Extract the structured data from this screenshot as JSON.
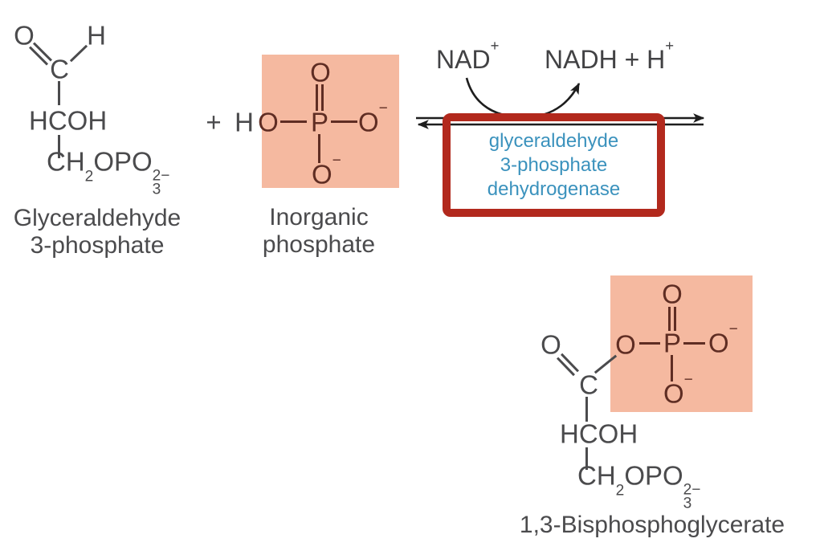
{
  "colors": {
    "background": "#ffffff",
    "structure_text_gray": "#4b4b4d",
    "phosphate_maroon": "#5f2d23",
    "salmon_highlight": "#f5b9a0",
    "enzyme_blue": "#3b92bd",
    "annotation_red_box": "#b2291d",
    "arrow_black": "#1e1e1e"
  },
  "g3p": {
    "o_carbonyl": "O",
    "h_aldehyde": "H",
    "c1": "C",
    "hcoh": "HCOH",
    "tail": {
      "pre": "CH",
      "sub1": "2",
      "mid": "OPO",
      "sup2": "2−",
      "sub2": "3"
    },
    "label_line1": "Glyceraldehyde",
    "label_line2": "3-phosphate"
  },
  "plus_sign": "+",
  "pi": {
    "h": "H",
    "o_left": "O",
    "p": "P",
    "o_top": "O",
    "o_right": {
      "base": "O",
      "sup": "−"
    },
    "o_bottom": {
      "base": "O",
      "sup": "−"
    },
    "label_line1": "Inorganic",
    "label_line2": "phosphate"
  },
  "reaction": {
    "nad": {
      "base": "NAD",
      "sup": "+"
    },
    "nadh": {
      "base": "NADH + H",
      "sup": "+"
    },
    "enzyme_line1": "glyceraldehyde",
    "enzyme_line2": "3-phosphate",
    "enzyme_line3": "dehydrogenase"
  },
  "bpg": {
    "o_carbonyl": "O",
    "c1": "C",
    "o_ester": "O",
    "o_top": "O",
    "p": "P",
    "o_right": {
      "base": "O",
      "sup": "−"
    },
    "o_bottom": {
      "base": "O",
      "sup": "−"
    },
    "hcoh": "HCOH",
    "tail": {
      "pre": "CH",
      "sub1": "2",
      "mid": "OPO",
      "sup2": "2−",
      "sub2": "3"
    },
    "label": "1,3-Bisphosphoglycerate"
  }
}
